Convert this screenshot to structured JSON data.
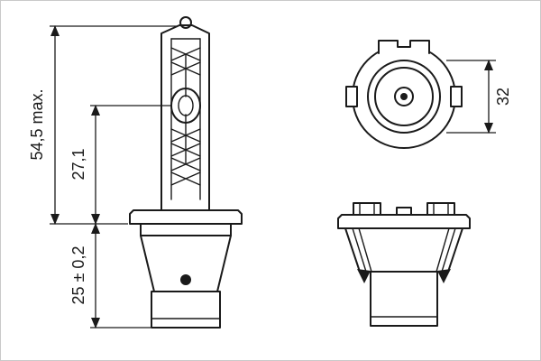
{
  "canvas": {
    "background": "#ffffff",
    "frame_color": "#c9c9c9",
    "line_color": "#1a1a1a"
  },
  "drawing": {
    "subject": "xenon-headlight-bulb-technical-drawing",
    "views": [
      "bulb-side-view",
      "cap-top-view",
      "base-front-view"
    ]
  },
  "dimensions": {
    "overall_length": "54,5 max.",
    "arc_center_distance": "27,1",
    "base_length": "25 ± 0,2",
    "cap_diameter": "32"
  }
}
